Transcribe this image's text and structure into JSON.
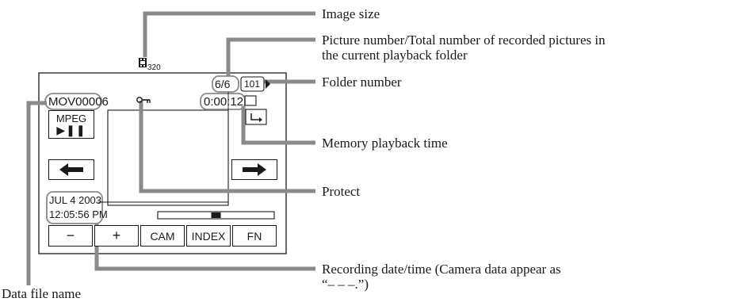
{
  "callouts": {
    "image_size": "Image size",
    "picture_number_line1": "Picture number/Total number of recorded pictures in",
    "picture_number_line2": "the current playback folder",
    "folder_number": "Folder number",
    "playback_time": "Memory playback time",
    "protect": "Protect",
    "recording_datetime_line1": "Recording date/time (Camera data appear as",
    "recording_datetime_line2": "“– – –.”)",
    "data_file_name": "Data file name"
  },
  "screen": {
    "image_size_value": "320",
    "picture_count": "6/6",
    "folder_number": "101",
    "file_name": "MOV00006",
    "playback_time": "0:00:12",
    "mpeg_label": "MPEG",
    "date": "JUL 4 2003",
    "time": "12:05:56 PM",
    "playback_progress": 0.5,
    "buttons": {
      "minus": "−",
      "plus": "+",
      "cam": "CAM",
      "index": "INDEX",
      "fn": "FN"
    },
    "icons": [
      "film-icon",
      "key-icon",
      "play-pause-icon",
      "left-arrow-icon",
      "right-arrow-icon",
      "folder-arrow-icon",
      "return-icon"
    ]
  }
}
